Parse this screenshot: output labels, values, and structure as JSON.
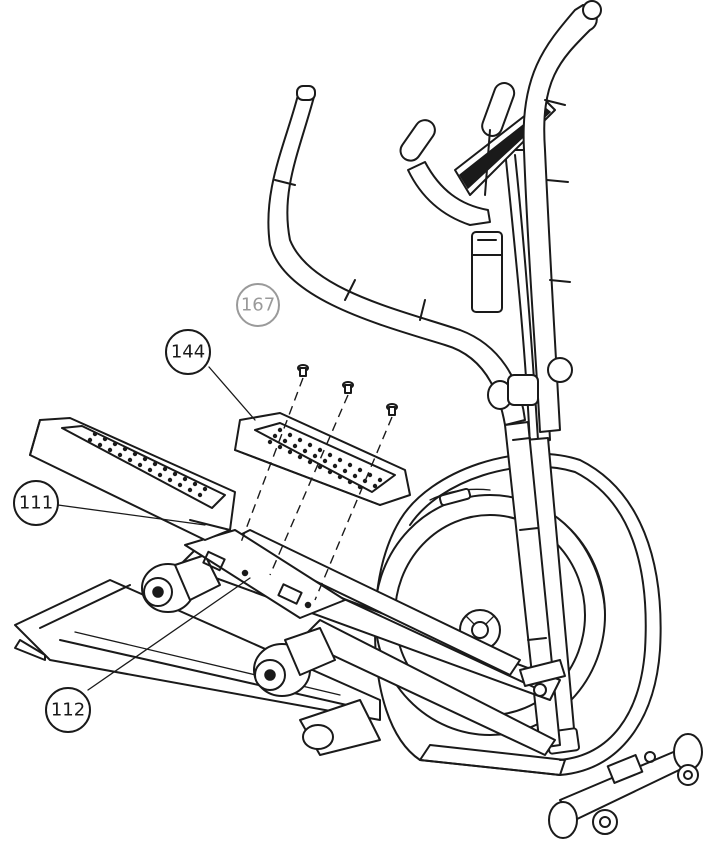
{
  "callouts": {
    "c167": "167",
    "c144": "144",
    "c111": "111",
    "c112": "112"
  },
  "colors": {
    "line": "#1a1a1a",
    "light_callout": "#9a9a9a",
    "background": "#ffffff"
  }
}
